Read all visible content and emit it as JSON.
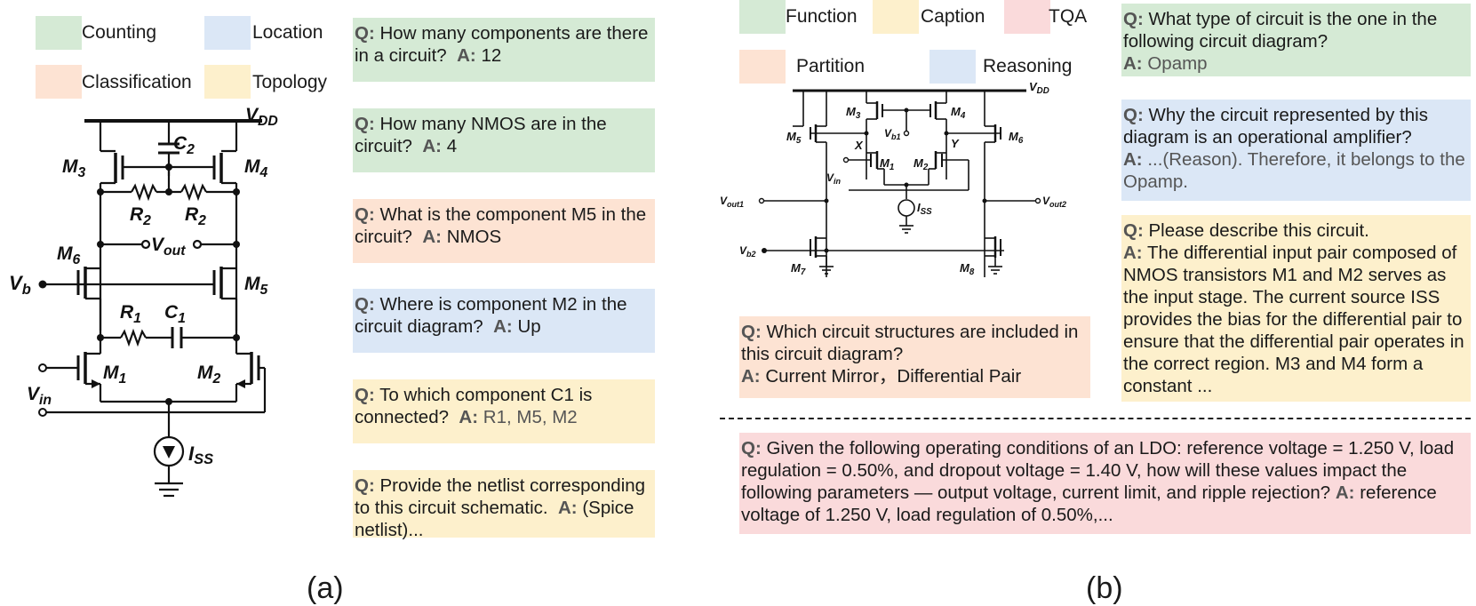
{
  "legend_a": [
    {
      "label": "Counting",
      "color": "#d5ead5"
    },
    {
      "label": "Location",
      "color": "#dbe7f6"
    },
    {
      "label": "Classification",
      "color": "#fde3d3"
    },
    {
      "label": "Topology",
      "color": "#fdf0cc"
    }
  ],
  "legend_b": [
    {
      "label": "Function",
      "color": "#d5ead5"
    },
    {
      "label": "Caption",
      "color": "#fdf0cc"
    },
    {
      "label": "TQA",
      "color": "#fadadb"
    },
    {
      "label": "Partition",
      "color": "#fde3d3"
    },
    {
      "label": "Reasoning",
      "color": "#dbe7f6"
    }
  ],
  "qa_a": [
    {
      "q": "How many components are there in a circuit?",
      "a": "12"
    },
    {
      "q": "How many NMOS are in the circuit?",
      "a": "4"
    },
    {
      "q": "What is the component M5 in the circuit?",
      "a": "NMOS"
    },
    {
      "q": "Where is component M2 in the circuit diagram?",
      "a": "Up"
    },
    {
      "q": "To which component C1 is connected?",
      "a": "R1, M5, M2"
    },
    {
      "q": "Provide the netlist corresponding to this circuit schematic.",
      "a": "(Spice netlist)..."
    }
  ],
  "qa_b": [
    {
      "q": "What type of circuit is the one in the following circuit diagram?",
      "a": "Opamp"
    },
    {
      "q": "Why the circuit represented by this diagram is an operational amplifier?",
      "a": "...(Reason). Therefore, it belongs to the Opamp."
    },
    {
      "q": "Please describe this circuit.",
      "a": "The differential input pair composed of NMOS transistors M1 and M2 serves as the input stage. The current source ISS provides the bias for  the differential pair to ensure that  the differential pair operates in the correct region. M3 and M4 form a constant ..."
    },
    {
      "q": "Which circuit structures are included in this circuit diagram?",
      "a": "Current Mirror，Differential Pair"
    },
    {
      "q": "Given the following operating conditions of an LDO: reference voltage = 1.250 V, load regulation = 0.50%, and dropout voltage = 1.40 V, how will these values impact the following parameters — output voltage, current limit, and ripple rejection?",
      "a": "reference voltage of 1.250 V, load regulation of 0.50%,..."
    }
  ],
  "q_prefix": "Q:",
  "a_prefix": "A:",
  "panels": {
    "a": "(a)",
    "b": "(b)"
  },
  "circuit_a": {
    "vdd": "V",
    "vdd_sub": "DD",
    "m3": "M",
    "m3_sub": "3",
    "m4": "M",
    "m4_sub": "4",
    "c2": "C",
    "c2_sub": "2",
    "r2a": "R",
    "r2a_sub": "2",
    "r2b": "R",
    "r2b_sub": "2",
    "m6": "M",
    "m6_sub": "6",
    "m5": "M",
    "m5_sub": "5",
    "vout": "V",
    "vout_sub": "out",
    "vb": "V",
    "vb_sub": "b",
    "r1": "R",
    "r1_sub": "1",
    "c1": "C",
    "c1_sub": "1",
    "m1": "M",
    "m1_sub": "1",
    "m2": "M",
    "m2_sub": "2",
    "vin": "V",
    "vin_sub": "in",
    "iss": "I",
    "iss_sub": "SS"
  },
  "circuit_b": {
    "vdd": "V",
    "vdd_sub": "DD",
    "m3": "M",
    "m3_sub": "3",
    "m4": "M",
    "m4_sub": "4",
    "m5": "M",
    "m5_sub": "5",
    "m6": "M",
    "m6_sub": "6",
    "x": "X",
    "y": "Y",
    "vb1": "V",
    "vb1_sub": "b1",
    "m1": "M",
    "m1_sub": "1",
    "m2": "M",
    "m2_sub": "2",
    "vin": "V",
    "vin_sub": "in",
    "iss": "I",
    "iss_sub": "SS",
    "vout1": "V",
    "vout1_sub": "out1",
    "vout2": "V",
    "vout2_sub": "out2",
    "vb2": "V",
    "vb2_sub": "b2",
    "m7": "M",
    "m7_sub": "7",
    "m8": "M",
    "m8_sub": "8"
  }
}
